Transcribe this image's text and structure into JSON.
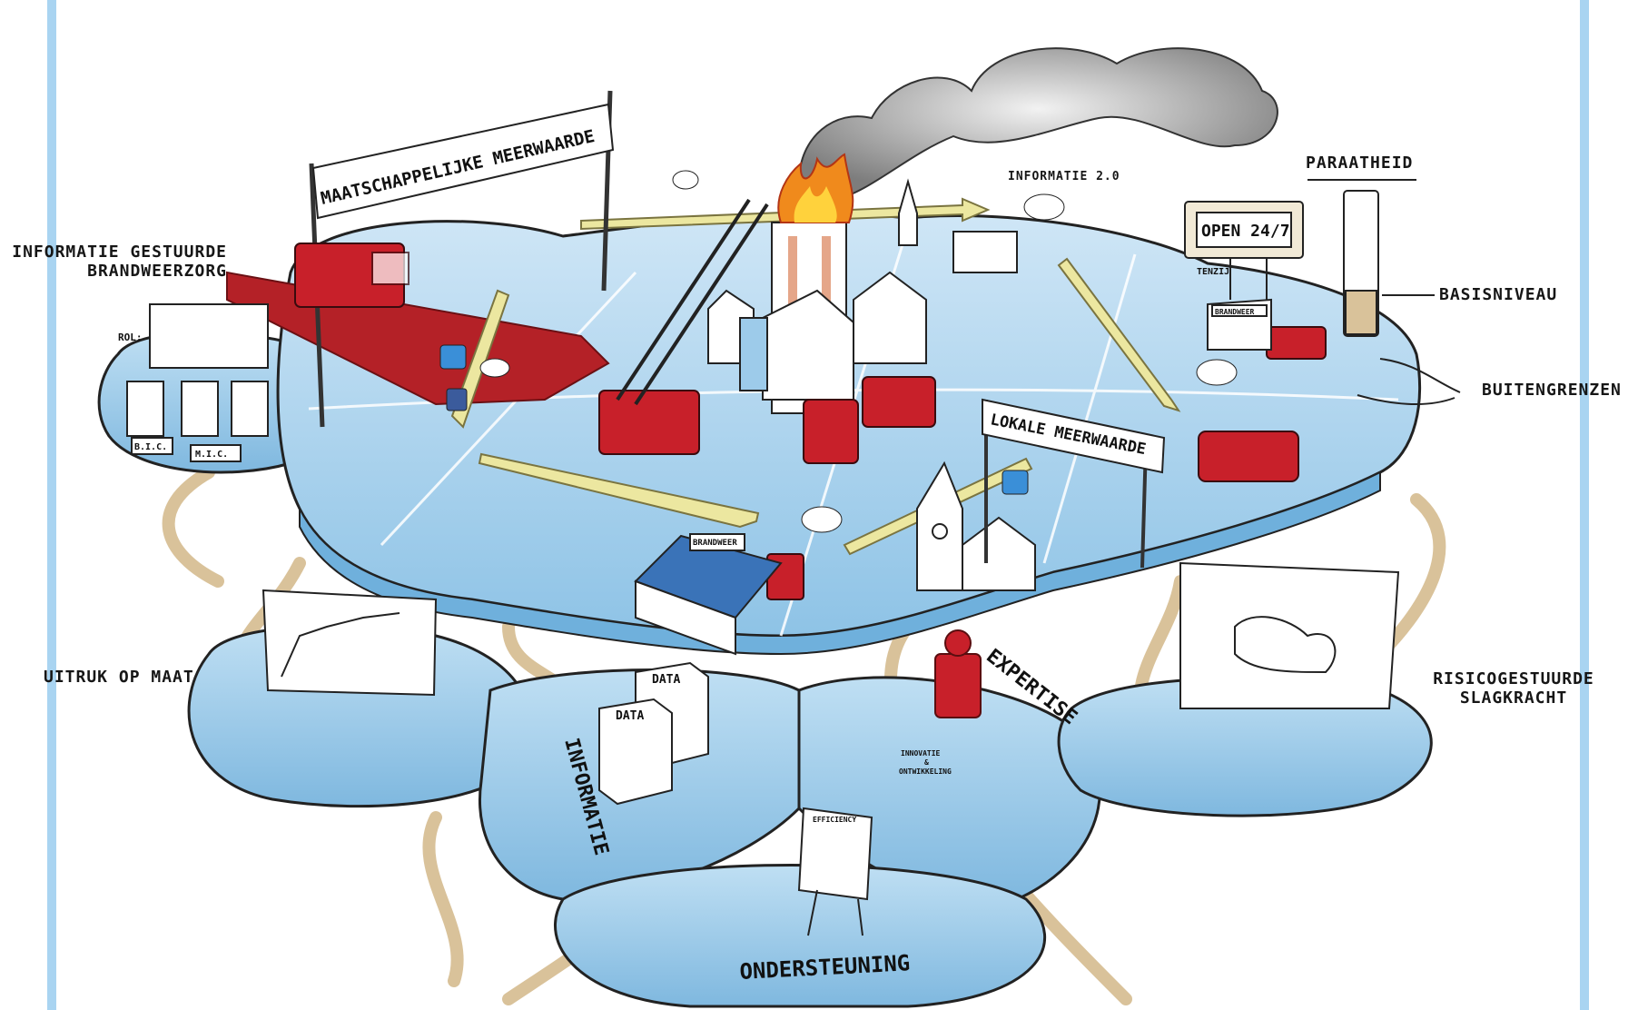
{
  "labels": {
    "informatie_gestuurde": [
      "INFORMATIE GESTUURDE",
      "BRANDWEERZORG"
    ],
    "maatschappelijke": "MAATSCHAPPELIJKE MEERWAARDE",
    "informatie_20": "INFORMATIE 2.0",
    "paraatheid": "PARAATHEID",
    "basisniveau": "BASISNIVEAU",
    "buitengrenzen": "BUITENGRENZEN",
    "lokale": "LOKALE MEERWAARDE",
    "uitruk": "UITRUK OP MAAT",
    "risico": [
      "RISICOGESTUURDE",
      "SLAGKRACHT"
    ],
    "informatie": "INFORMATIE",
    "expertise": "EXPERTISE",
    "ondersteuning": "ONDERSTEUNING"
  },
  "signs": {
    "open": "OPEN 24/7",
    "tenzij": "TENZIJ",
    "brandweer": "BRANDWEER",
    "brandweer2": "BRANDWEER",
    "data1": "DATA",
    "data2": "DATA",
    "bic": "B.I.C.",
    "mic": "M.I.C.",
    "rol": "ROL:",
    "innovatie": [
      "INNOVATIE",
      "&",
      "ONTWIKKELING"
    ],
    "efficiency": "EFFICIENCY"
  },
  "colors": {
    "water": "#9dcbea",
    "water_dark": "#6fb0dc",
    "water_edge": "#2a2a2a",
    "fire_red": "#c8202a",
    "road_red": "#b42127",
    "arrow_yellow": "#ece7a0",
    "hose_tan": "#d9c29a",
    "smoke": "#8f8f8f",
    "side_bar": "#9fd0f0"
  }
}
